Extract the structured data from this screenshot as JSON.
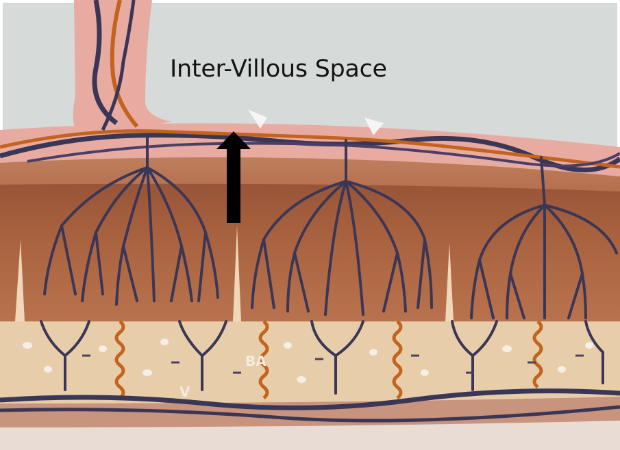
{
  "annotation": {
    "label": "Inter-Villous Space",
    "arrow_direction": "up",
    "arrow_color": "#000000"
  },
  "illustration": {
    "inline_labels": [
      "BA",
      "V"
    ],
    "colors": {
      "background": "#d6dad8",
      "chorionic_plate": "#e9aea4",
      "villous_tissue": "#a55c40",
      "decidua": "#ead0b0",
      "vessel": "#3a3656",
      "vessel_orange": "#c2641f"
    }
  }
}
